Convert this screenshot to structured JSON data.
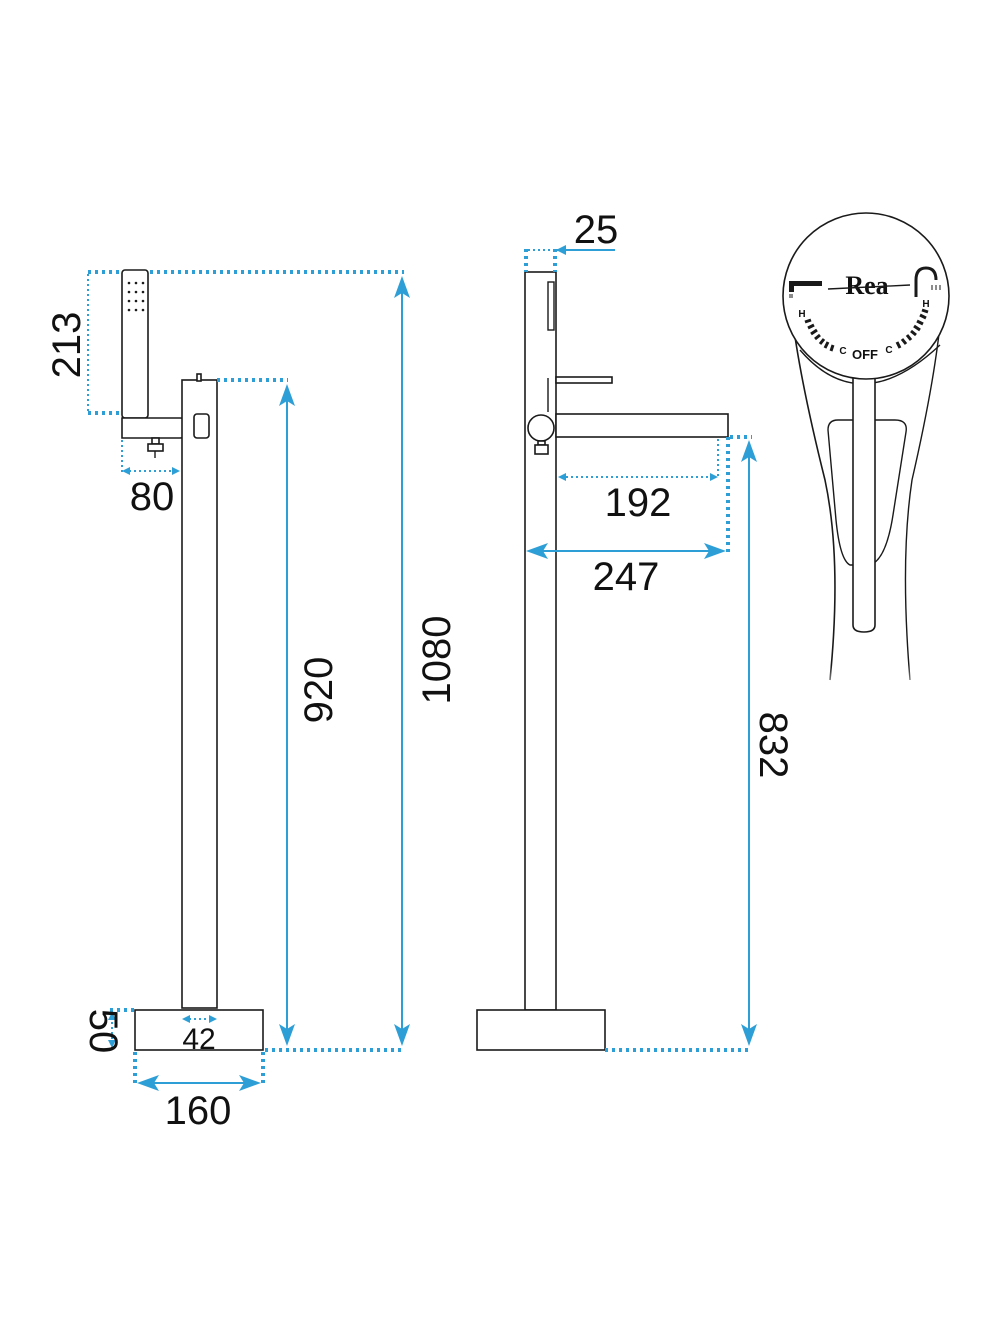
{
  "colors": {
    "dimension_line": "#2e9fd6",
    "outline": "#1a1a1a",
    "background": "#ffffff"
  },
  "front_view": {
    "dimensions": {
      "hand_shower_height": "213",
      "hand_shower_offset": "80",
      "spout_height": "920",
      "total_height": "1080",
      "base_height": "50",
      "pipe_width": "42",
      "base_width": "160"
    }
  },
  "side_view": {
    "dimensions": {
      "column_depth": "25",
      "spout_reach": "192",
      "spout_total_reach": "247",
      "spout_outlet_height": "832"
    }
  },
  "handle_panel": {
    "brand": "Rea",
    "hot_left": "H",
    "hot_right": "H",
    "cold_left": "C",
    "cold_right": "C",
    "off": "OFF",
    "icons": [
      "spout-icon",
      "shower-icon"
    ]
  }
}
